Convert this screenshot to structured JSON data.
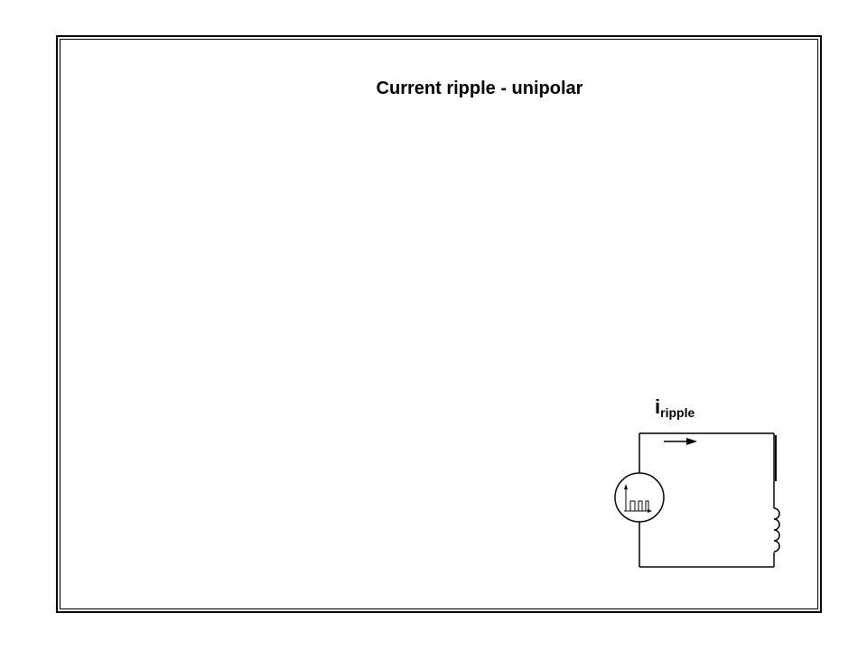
{
  "title": "Current ripple - unipolar",
  "current_label": {
    "symbol": "i",
    "subscript": "ripple"
  },
  "colors": {
    "line": "#000000",
    "background": "#ffffff"
  }
}
